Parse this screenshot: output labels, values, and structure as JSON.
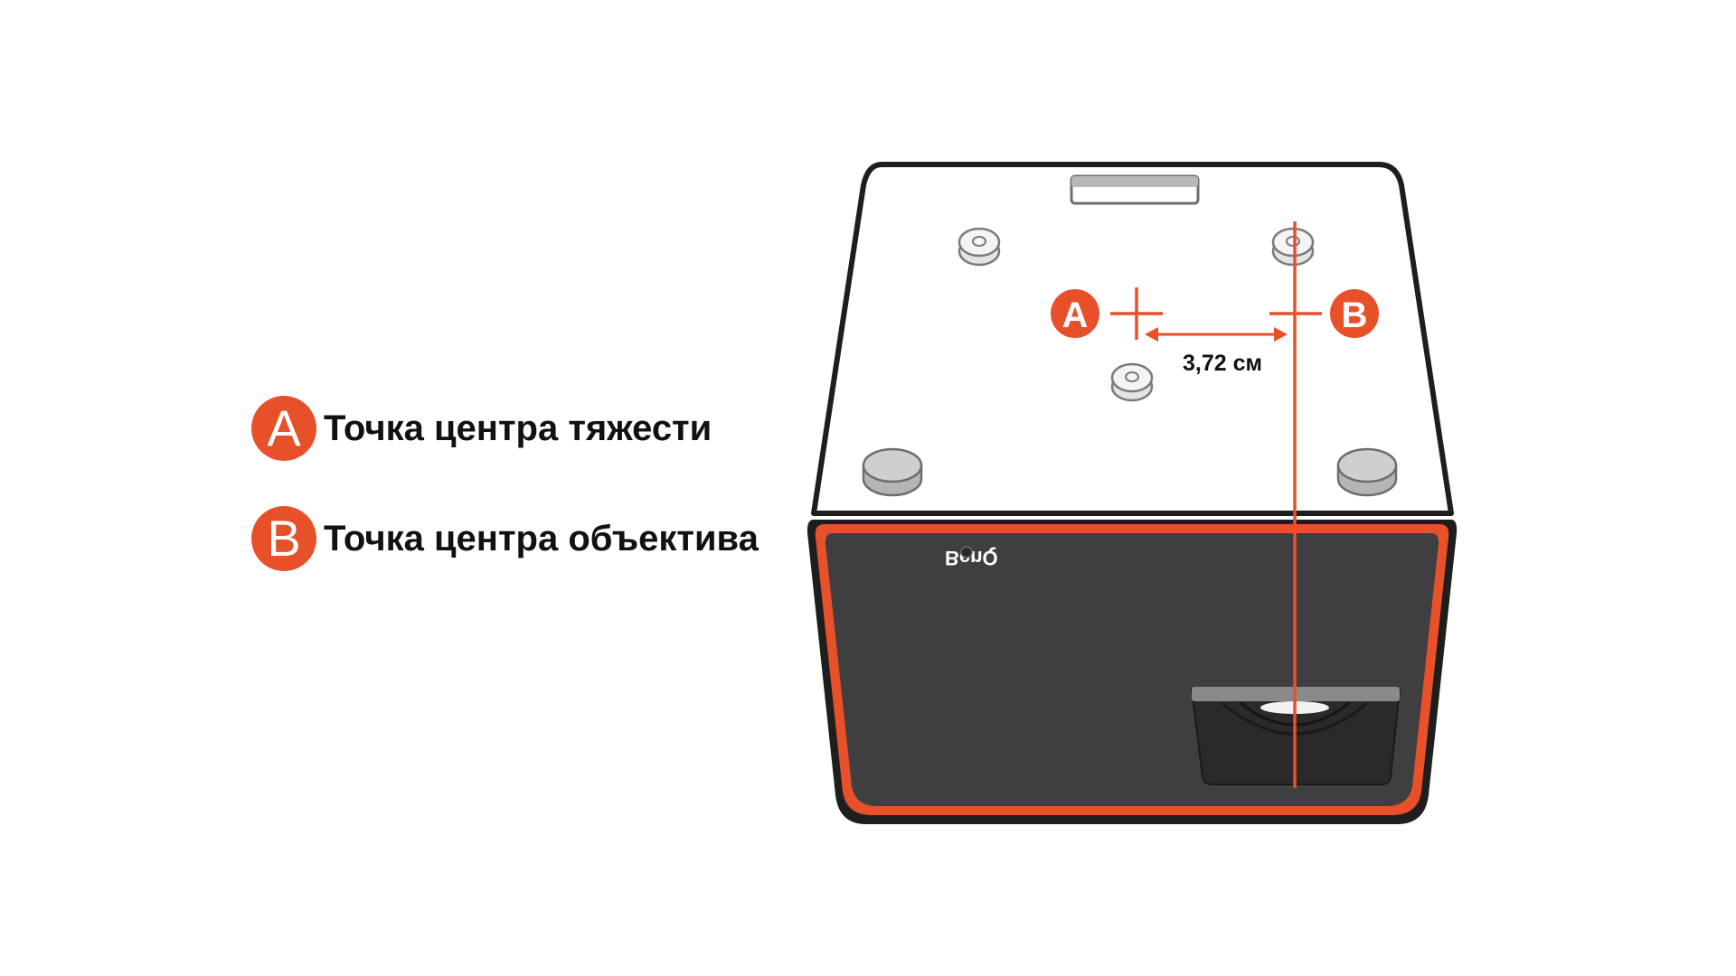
{
  "legend": {
    "a": {
      "letter": "A",
      "label": "Точка центра тяжести"
    },
    "b": {
      "letter": "B",
      "label": "Точка центра объектива"
    }
  },
  "diagram": {
    "marker_a": "A",
    "marker_b": "B",
    "distance_label": "3,72 см",
    "brand_logo": "BenQ"
  },
  "colors": {
    "accent": "#e8502a",
    "body_dark": "#3f3f41",
    "outline": "#1e1e1e",
    "foot": "#c9c9c9"
  },
  "icons": {
    "marker": "circle-letter-badge",
    "crosshair": "crosshair-icon",
    "dimension": "double-arrow-icon"
  }
}
